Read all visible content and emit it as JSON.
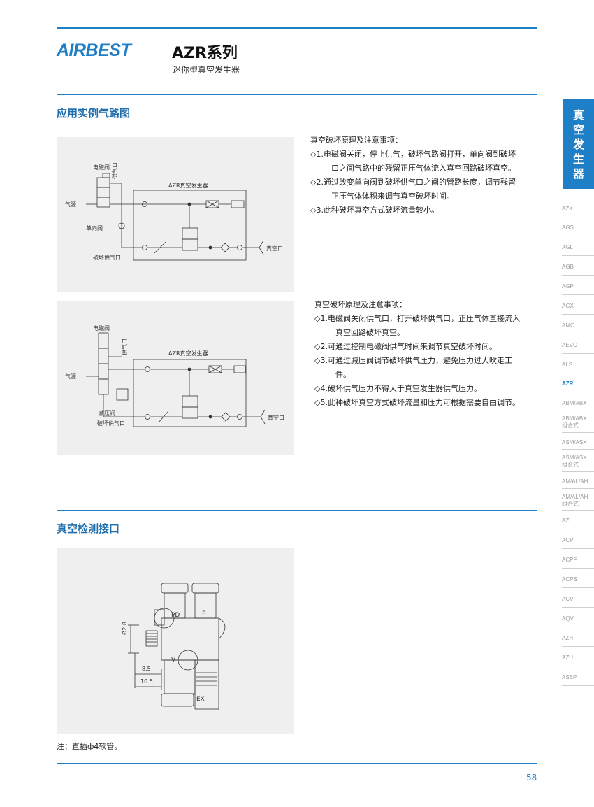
{
  "header": {
    "logo": "AIRBEST",
    "series_title": "AZR系列",
    "subtitle": "迷你型真空发生器"
  },
  "sections": {
    "circuit_title": "应用实例气路图",
    "detection_title": "真空检测接口"
  },
  "diagram1": {
    "solenoid": "电磁阀",
    "supply_port": "供气口",
    "air_source": "气源",
    "check_valve": "单向阀",
    "break_port": "破坏供气口",
    "generator": "AZR真空发生器",
    "vacuum_port": "真空口"
  },
  "diagram2": {
    "solenoid": "电磁阀",
    "supply_port": "供气口",
    "air_source": "气源",
    "regulator": "减压阀",
    "break_port": "破坏供气口",
    "generator": "AZR真空发生器",
    "vacuum_port": "真空口"
  },
  "notes1": {
    "heading": "真空破坏原理及注意事项：",
    "items": [
      "◇1.电磁阀关闭，停止供气，破坏气路阀打开，单向阀到破坏口之间气路中的残留正压气体流入真空回路破坏真空。",
      "◇2.通过改变单向阀到破坏供气口之间的管路长度，调节残留正压气体体积来调节真空破坏时间。",
      "◇3.此种破坏真空方式破坏流量较小。"
    ]
  },
  "notes2": {
    "heading": "真空破坏原理及注意事项：",
    "items": [
      "◇1.电磁阀关闭供气口，打开破坏供气口，正压气体直接流入真空回路破坏真空。",
      "◇2.可通过控制电磁阀供气时间来调节真空破坏时间。",
      "◇3.可通过减压阀调节破坏供气压力，避免压力过大吹走工件。",
      "◇4.破坏供气压力不得大于真空发生器供气压力。",
      "◇5.此种破坏真空方式破坏流量和压力可根据需要自由调节。"
    ]
  },
  "drawing": {
    "dia": "Ø2.8",
    "dim_a": "8.5",
    "dim_b": "10.5",
    "mark_pd": "PD",
    "mark_p": "P",
    "mark_v": "V",
    "mark_ex": "EX"
  },
  "footnote": "注：直插ф4软管。",
  "page_number": "58",
  "sidebar": {
    "tab": [
      "真",
      "空",
      "发",
      "生",
      "器"
    ],
    "items": [
      {
        "label": "AZK",
        "active": false
      },
      {
        "label": "AGS",
        "active": false
      },
      {
        "label": "AGL",
        "active": false
      },
      {
        "label": "AGB",
        "active": false
      },
      {
        "label": "AGP",
        "active": false
      },
      {
        "label": "AGX",
        "active": false
      },
      {
        "label": "AMC",
        "active": false
      },
      {
        "label": "AEVC",
        "active": false
      },
      {
        "label": "ALS",
        "active": false
      },
      {
        "label": "AZR",
        "active": true
      },
      {
        "label": "ABM/ABX",
        "active": false
      },
      {
        "label": "ABM/ABX组合式",
        "active": false
      },
      {
        "label": "ASM/ASX",
        "active": false
      },
      {
        "label": "ASM/ASX组合式",
        "active": false
      },
      {
        "label": "AM/AL/AH",
        "active": false
      },
      {
        "label": "AM/AL/AH组合式",
        "active": false
      },
      {
        "label": "AZL",
        "active": false
      },
      {
        "label": "ACP",
        "active": false
      },
      {
        "label": "ACPF",
        "active": false
      },
      {
        "label": "ACPS",
        "active": false
      },
      {
        "label": "ACV",
        "active": false
      },
      {
        "label": "AQV",
        "active": false
      },
      {
        "label": "AZH",
        "active": false
      },
      {
        "label": "AZU",
        "active": false
      },
      {
        "label": "ASBP",
        "active": false
      }
    ]
  },
  "colors": {
    "accent": "#1f7fc6",
    "panel": "#efefef",
    "muted": "#9a9a9a"
  }
}
